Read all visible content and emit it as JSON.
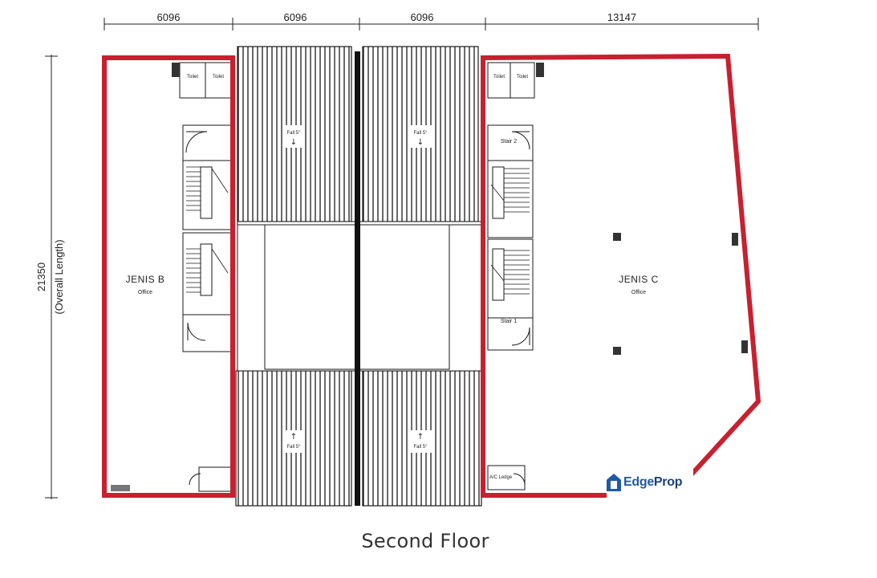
{
  "dimensions": {
    "top": [
      "6096",
      "6096",
      "6096",
      "13147"
    ],
    "left_value": "21350",
    "left_note": "(Overall Length)"
  },
  "units": {
    "b": {
      "name": "JENIS B",
      "use": "Office"
    },
    "c": {
      "name": "JENIS C",
      "use": "Office"
    }
  },
  "rooms": {
    "toilet": "Toilet",
    "stair_1": "Stair 1",
    "stair_2": "Stair 2",
    "ac_ledge": "A/C Ledge",
    "fall": "Fall 5°"
  },
  "caption": "Second Floor",
  "logo": {
    "prefix": "Edge",
    "suffix": "Prop"
  },
  "colors": {
    "unit_outline": "#c8202f",
    "linework": "#1a1a1a",
    "logo_blue": "#1e5aa8"
  }
}
